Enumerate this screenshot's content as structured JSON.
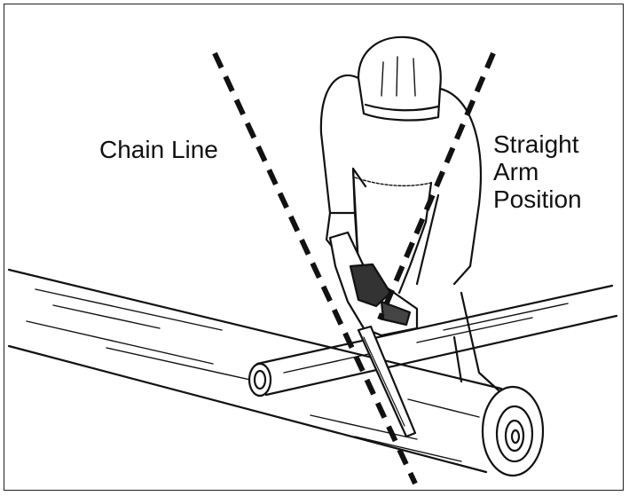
{
  "labels": {
    "chain_line": "Chain Line",
    "straight_arm": [
      "Straight",
      "Arm",
      "Position"
    ]
  },
  "colors": {
    "line": "#111111",
    "background": "#ffffff"
  },
  "icons": {
    "figure": "person-operating-chainsaw-icon",
    "logs": "crossed-logs-icon"
  }
}
